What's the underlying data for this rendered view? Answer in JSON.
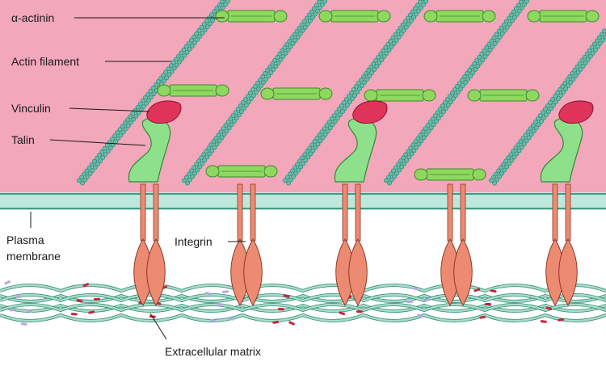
{
  "labels": {
    "alpha_actinin": "α-actinin",
    "actin_filament": "Actin filament",
    "vinculin": "Vinculin",
    "talin": "Talin",
    "plasma_membrane_line1": "Plasma",
    "plasma_membrane_line2": "membrane",
    "integrin": "Integrin",
    "extracellular_matrix": "Extracellular matrix"
  },
  "colors": {
    "cytoplasm": "#f2a7bb",
    "membrane": "#8fd8c4",
    "actin": "#5bc0a8",
    "alpha_actinin": "#8ed85f",
    "talin": "#8ee08a",
    "vinculin": "#e0345a",
    "integrin": "#ec8a72",
    "matrix_fiber": "#a9ddc9"
  }
}
